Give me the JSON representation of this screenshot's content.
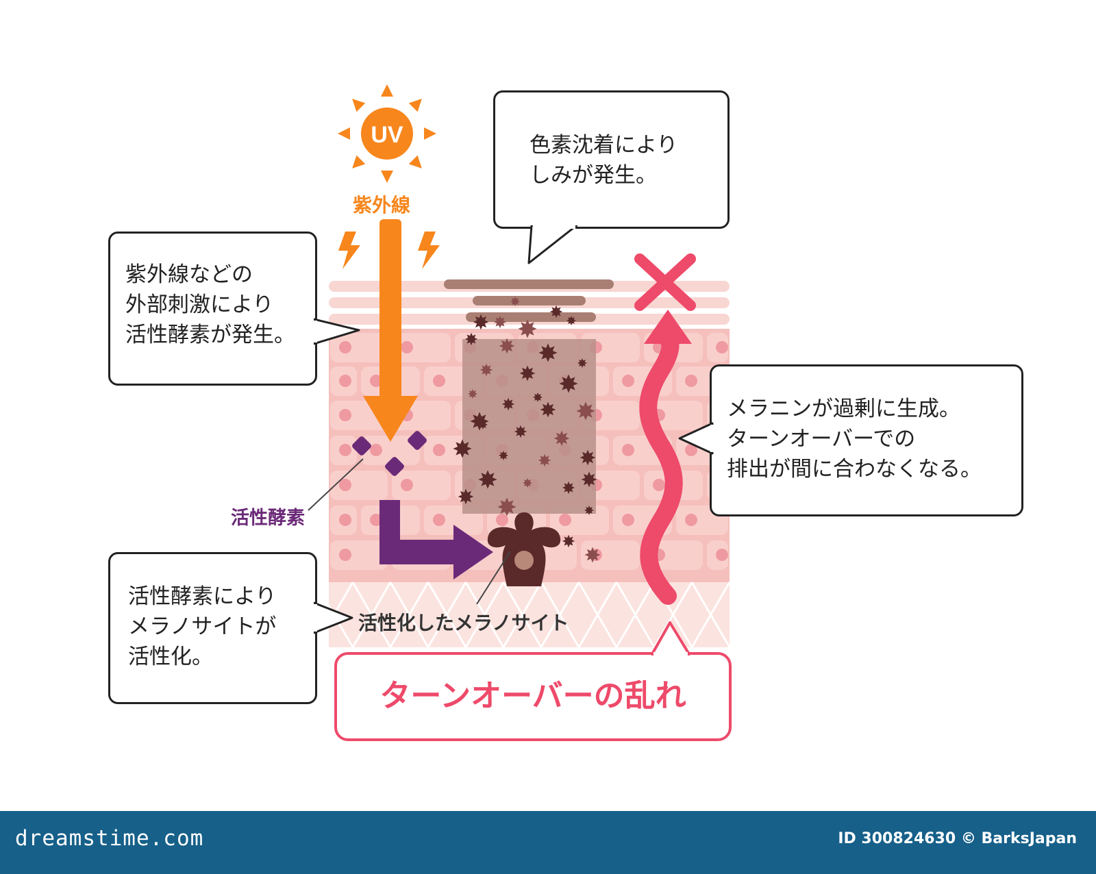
{
  "colors": {
    "uv_orange": "#f7861c",
    "ros_purple": "#6b2a78",
    "turnover_red": "#ee4a6a",
    "melanin_dark": "#5a2a2a",
    "skin_pink": "#f6c3c0",
    "footer_bar": "#16608a"
  },
  "icons": {
    "sun": "sun-icon",
    "lightning": "lightning-icon",
    "cross": "cross-mark-icon",
    "melanocyte": "melanocyte-icon",
    "watermark": "watermark-spiral-icon"
  },
  "sun": {
    "label": "UV"
  },
  "uv_label": "紫外線",
  "ros_label": "活性酵素",
  "melanocyte_label": "活性化したメラノサイト",
  "boxes": {
    "uv_stimulus": [
      "紫外線などの",
      "外部刺激により",
      "活性酵素が発生。"
    ],
    "pigmentation": [
      "色素沈着により",
      "しみが発生。"
    ],
    "melanin": [
      "メラニンが過剰に生成。",
      "ターンオーバーでの",
      "排出が間に合わなくなる。"
    ],
    "activation": [
      "活性酵素により",
      "メラノサイトが",
      "活性化。"
    ]
  },
  "turnover_title": "ターンオーバーの乱れ",
  "footer": {
    "site": "dreamstime.com",
    "credit": "ID 300824630 © BarksJapan"
  }
}
